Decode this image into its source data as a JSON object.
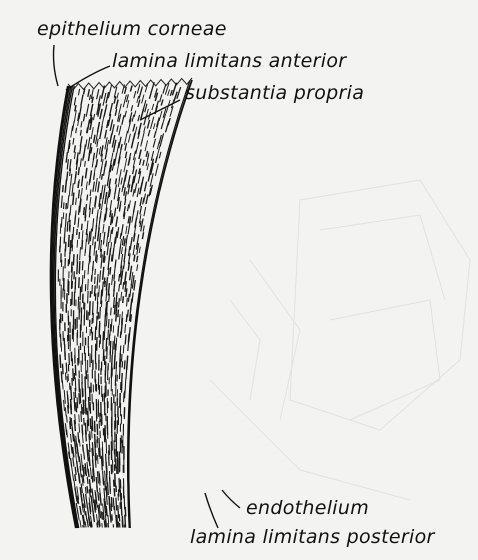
{
  "diagram": {
    "labels": {
      "epithelium": "epithelium corneae",
      "lamina_anterior": "lamina limitans anterior",
      "substantia": "substantia propria",
      "endothelium": "endothelium",
      "lamina_posterior": "lamina limitans posterior"
    }
  }
}
